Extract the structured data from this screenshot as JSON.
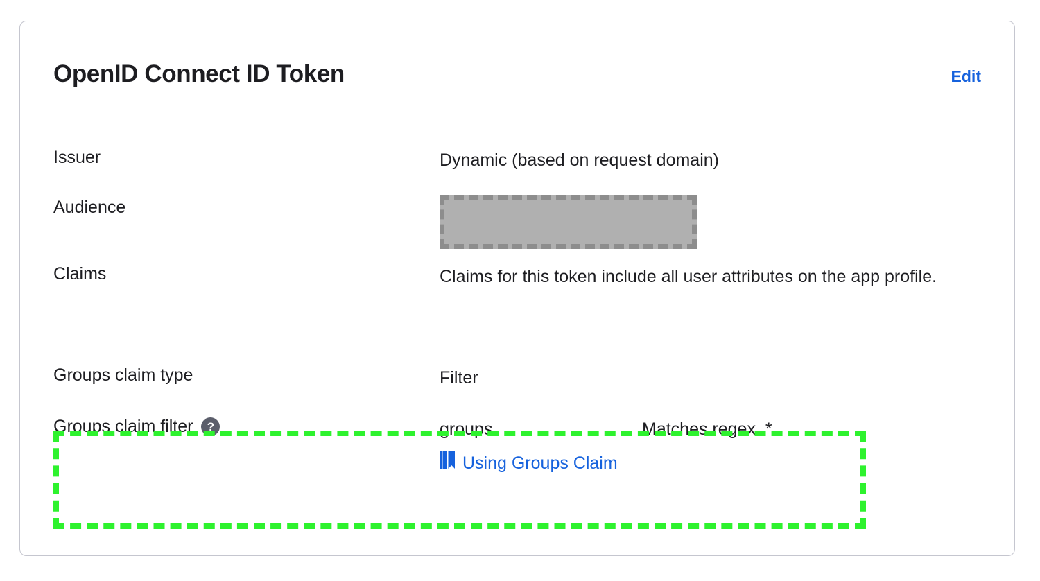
{
  "card": {
    "title": "OpenID Connect ID Token",
    "edit_label": "Edit",
    "border_color": "#c5c6cf"
  },
  "colors": {
    "link": "#1662dd",
    "text": "#1d1d21",
    "highlight": "#2ef22e",
    "redaction_fill": "#b0b0b0",
    "redaction_border": "#8d8d8d",
    "help_icon_bg": "#5b5e6b"
  },
  "rows": {
    "issuer": {
      "label": "Issuer",
      "value": "Dynamic (based on request domain)"
    },
    "audience": {
      "label": "Audience",
      "value": "",
      "redacted": true
    },
    "claims": {
      "label": "Claims",
      "value": "Claims for this token include all user attributes on the app profile."
    },
    "groups_claim_type": {
      "label": "Groups claim type",
      "value": "Filter"
    },
    "groups_claim_filter": {
      "label": "Groups claim filter",
      "help_icon": "help-question-icon",
      "help_glyph": "?",
      "claim_name": "groups",
      "match_rule": "Matches regex .*",
      "doc_link_label": "Using Groups Claim",
      "doc_link_icon": "book-icon"
    }
  },
  "annotation": {
    "type": "dashed-rectangle-highlight",
    "target": "groups-claim-filter-row",
    "color": "#2ef22e"
  }
}
